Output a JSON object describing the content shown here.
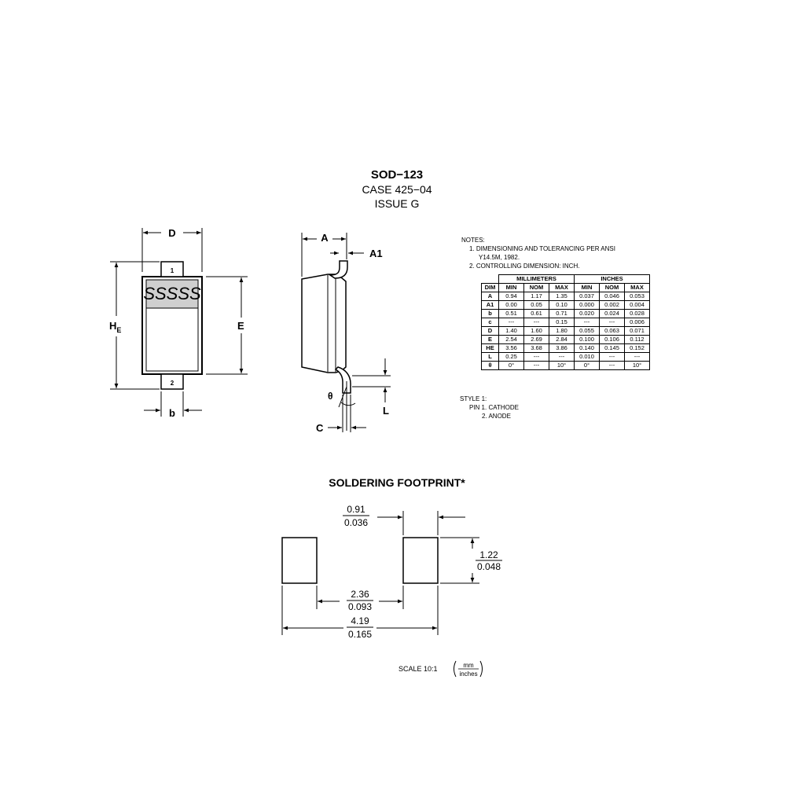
{
  "header": {
    "package": "SOD−123",
    "case": "CASE 425−04",
    "issue": "ISSUE G"
  },
  "top_view": {
    "dim_D": "D",
    "dim_H": "H",
    "dim_H_sub": "E",
    "dim_E": "E",
    "dim_b": "b",
    "pin1": "1",
    "pin2": "2",
    "marking": "SSSSS"
  },
  "side_view": {
    "dim_A": "A",
    "dim_A1": "A1",
    "dim_theta": "θ",
    "dim_L": "L",
    "dim_C": "C"
  },
  "notes": {
    "heading": "NOTES:",
    "note1_line1": "1.  DIMENSIONING AND TOLERANCING PER ANSI",
    "note1_line2": "Y14.5M, 1982.",
    "note2": "2.  CONTROLLING DIMENSION: INCH."
  },
  "table": {
    "group_mm": "MILLIMETERS",
    "group_in": "INCHES",
    "col_dim": "DIM",
    "columns": [
      "MIN",
      "NOM",
      "MAX",
      "MIN",
      "NOM",
      "MAX"
    ],
    "rows": [
      {
        "dim": "A",
        "values": [
          "0.94",
          "1.17",
          "1.35",
          "0.037",
          "0.046",
          "0.053"
        ]
      },
      {
        "dim": "A1",
        "values": [
          "0.00",
          "0.05",
          "0.10",
          "0.000",
          "0.002",
          "0.004"
        ]
      },
      {
        "dim": "b",
        "values": [
          "0.51",
          "0.61",
          "0.71",
          "0.020",
          "0.024",
          "0.028"
        ]
      },
      {
        "dim": "c",
        "values": [
          "---",
          "---",
          "0.15",
          "---",
          "---",
          "0.006"
        ]
      },
      {
        "dim": "D",
        "values": [
          "1.40",
          "1.60",
          "1.80",
          "0.055",
          "0.063",
          "0.071"
        ]
      },
      {
        "dim": "E",
        "values": [
          "2.54",
          "2.69",
          "2.84",
          "0.100",
          "0.106",
          "0.112"
        ]
      },
      {
        "dim": "HE",
        "values": [
          "3.56",
          "3.68",
          "3.86",
          "0.140",
          "0.145",
          "0.152"
        ]
      },
      {
        "dim": "L",
        "values": [
          "0.25",
          "---",
          "---",
          "0.010",
          "---",
          "---"
        ]
      },
      {
        "dim": "θ",
        "values": [
          "0°",
          "---",
          "10°",
          "0°",
          "---",
          "10°"
        ]
      }
    ]
  },
  "style": {
    "heading": "STYLE 1:",
    "pin1": "PIN 1.  CATHODE",
    "pin2": "2.  ANODE"
  },
  "footprint": {
    "title": "SOLDERING FOOTPRINT*",
    "pad_width_mm": "0.91",
    "pad_width_in": "0.036",
    "pad_height_mm": "1.22",
    "pad_height_in": "0.048",
    "gap_mm": "2.36",
    "gap_in": "0.093",
    "overall_mm": "4.19",
    "overall_in": "0.165"
  },
  "scale": {
    "label": "SCALE 10:1",
    "unit_top": "mm",
    "unit_bottom": "inches"
  }
}
